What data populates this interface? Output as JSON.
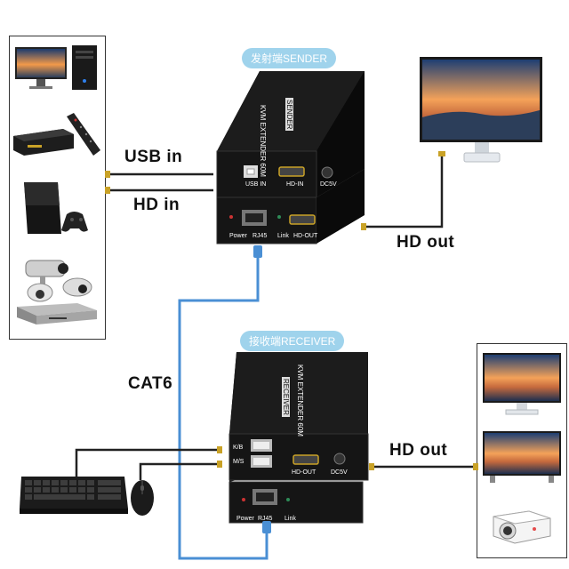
{
  "sender_title": "发射端SENDER",
  "receiver_title": "接收端RECEIVER",
  "labels": {
    "usb_in": "USB in",
    "hd_in": "HD in",
    "hd_out_top": "HD out",
    "hd_out_bottom": "HD out",
    "cat6": "CAT6"
  },
  "sender": {
    "brand_top": "KVM EXTENDER 60M",
    "brand_side": "SENDER",
    "ports_front": [
      "USB IN",
      "HD-IN",
      "DC5V"
    ],
    "ports_back": [
      "Power",
      "RJ45",
      "Link",
      "HD-OUT"
    ]
  },
  "receiver": {
    "brand_top": "KVM EXTENDER 60M",
    "brand_side": "RECEIVER",
    "ports_front": [
      "K/B",
      "M/S",
      "HD-OUT",
      "DC5V"
    ],
    "ports_back": [
      "Power",
      "RJ45",
      "Link"
    ]
  },
  "colors": {
    "cable_blue": "#4a8fd4",
    "device_black": "#1a1a1a",
    "pill_bg": "#9fd3ec",
    "caption": "#111111"
  },
  "icons": [
    "monitor-pc-icon",
    "settop-box-icon",
    "remote-icon",
    "game-console-icon",
    "cctv-camera-icon",
    "dvr-icon",
    "tv-icon",
    "keyboard-icon",
    "mouse-icon",
    "projector-icon"
  ]
}
